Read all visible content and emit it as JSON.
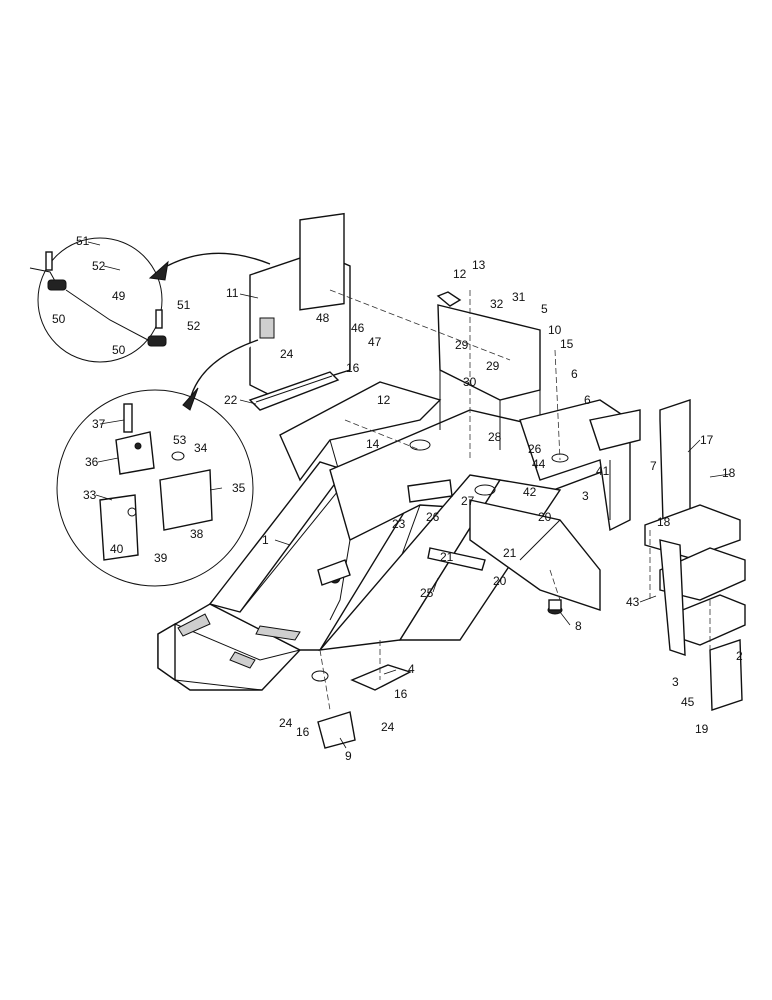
{
  "diagram": {
    "callouts": [
      "1",
      "2",
      "3",
      "4",
      "5",
      "6",
      "7",
      "8",
      "9",
      "10",
      "11",
      "12",
      "13",
      "14",
      "15",
      "16",
      "17",
      "18",
      "19",
      "20",
      "21",
      "22",
      "23",
      "24",
      "25",
      "26",
      "27",
      "28",
      "29",
      "30",
      "31",
      "32",
      "33",
      "34",
      "35",
      "36",
      "37",
      "38",
      "39",
      "40",
      "41",
      "42",
      "43",
      "44",
      "45",
      "46",
      "47",
      "48",
      "49",
      "50",
      "51",
      "52",
      "53"
    ]
  }
}
